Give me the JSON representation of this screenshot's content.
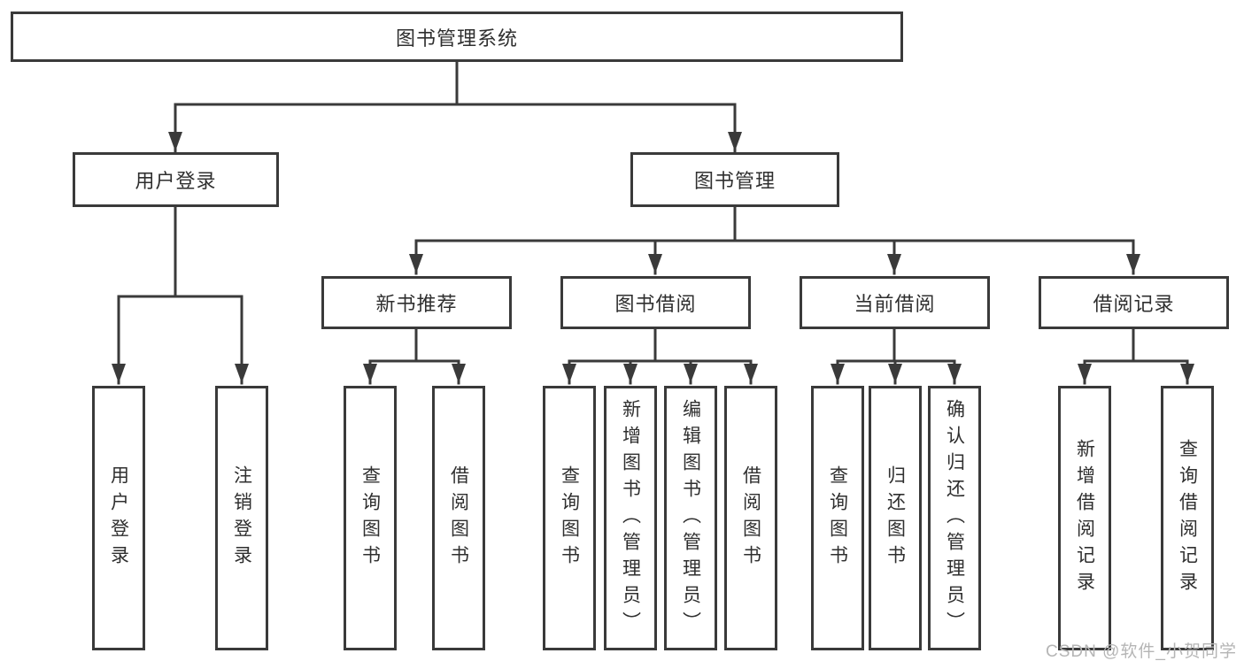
{
  "diagram": {
    "root": {
      "label": "图书管理系统"
    },
    "branches": [
      {
        "label": "用户登录",
        "leaves": [
          {
            "label": "用户登录"
          },
          {
            "label": "注销登录"
          }
        ]
      },
      {
        "label": "图书管理",
        "children": [
          {
            "label": "新书推荐",
            "leaves": [
              {
                "label": "查询图书"
              },
              {
                "label": "借阅图书"
              }
            ]
          },
          {
            "label": "图书借阅",
            "leaves": [
              {
                "label": "查询图书"
              },
              {
                "label": "新增图书（管理员）"
              },
              {
                "label": "编辑图书（管理员）"
              },
              {
                "label": "借阅图书"
              }
            ]
          },
          {
            "label": "当前借阅",
            "leaves": [
              {
                "label": "查询图书"
              },
              {
                "label": "归还图书"
              },
              {
                "label": "确认归还（管理员）"
              }
            ]
          },
          {
            "label": "借阅记录",
            "leaves": [
              {
                "label": "新增借阅记录"
              },
              {
                "label": "查询借阅记录"
              }
            ]
          }
        ]
      }
    ],
    "colors": {
      "line": "#3a3a3a",
      "box_border": "#3a3a3a",
      "text": "#2f2f2f",
      "watermark": "#b5b5b5"
    }
  },
  "watermark": {
    "text": "CSDN @软件_小贺同学"
  }
}
